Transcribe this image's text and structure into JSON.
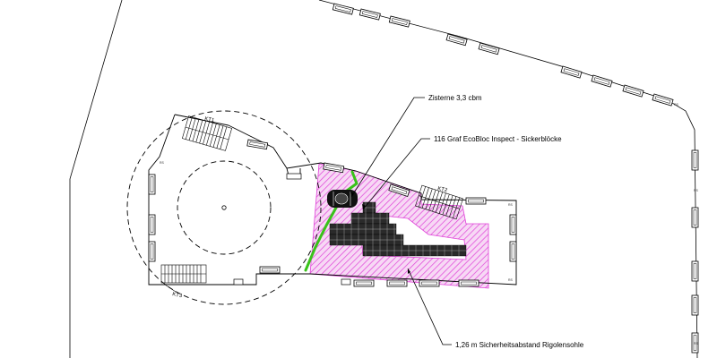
{
  "annotations": {
    "cistern": "Zisterne 3,3 cbm",
    "blocks": "116 Graf EcoBloc Inspect - Sickerblöcke",
    "safety_distance": "1,26 m Sicherheitsabstand Rigolensohle"
  },
  "shaft_labels": {
    "kt1": "KT1",
    "kt2": "KT2",
    "kt3": "KT3"
  },
  "colors": {
    "hatch": "#e040d8",
    "pipe": "#39c21a",
    "line": "#000000",
    "block_fill": "#2a2a2a"
  },
  "icons": [
    "stair-icon",
    "window-icon",
    "cistern-icon",
    "infiltration-block-icon"
  ]
}
